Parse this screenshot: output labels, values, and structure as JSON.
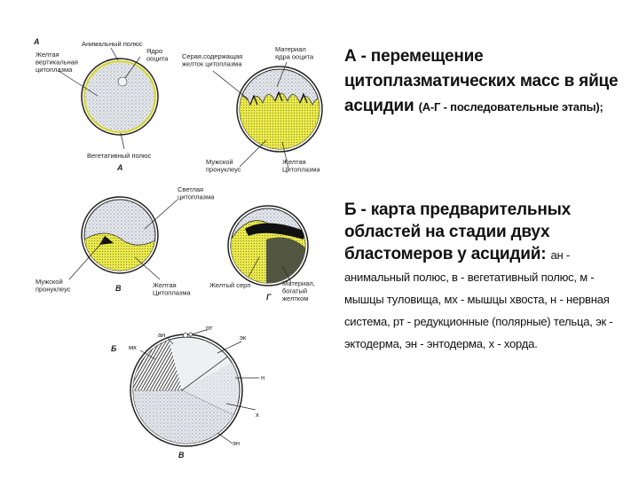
{
  "figure": {
    "labels": {
      "a_top": "А",
      "animal_pole": "Анимальный полюс",
      "yellow_cortex": "Желтая\nвертикальная\nцитоплазма",
      "oocyte_nucleus": "Ядро\nооцита",
      "gray_cyto": "Серая,содержащая\nжелток цитоплазма",
      "nucleus_material": "Материал\nядра ооцита",
      "vegetal_pole": "Вегетативный полюс",
      "a_bottom": "А",
      "male_pronucleus_1": "Мужской\nпронуклеус",
      "yellow_cyto_1": "Желтая\nЦитоплазма",
      "light_cyto": "Светлая\nцитоплазма",
      "male_pronucleus_2": "Мужской\nпронуклеус",
      "b_letter": "В",
      "yellow_cyto_2": "Желтая\nЦитоплазма",
      "yellow_crescent": "Желтый серп",
      "g_letter": "Г",
      "yolk_material": "Материал,\nбогатый\nжелтком",
      "rt": "рт",
      "an": "ан",
      "ek": "эк",
      "b_cyr": "Б",
      "mkh": "мх",
      "n": "н",
      "kh": "х",
      "en": "эн",
      "v_letter": "В"
    }
  },
  "text": {
    "part_a_title": "А - перемещение цитоплазматических масс в яйце асцидии",
    "part_a_note": "(А-Г - последовательные этапы);",
    "part_b_title": "Б - карта предварительных областей на стадии двух бластомеров у асцидий:",
    "part_b_note": "ан - анимальный полюс, в - вегетативный полюс, м - мышцы туловища, мх - мышцы хвоста, н - нервная система, рт - редукционные (полярные) тельца, эк - эктодерма, эн - энтодерма, х - хорда."
  },
  "colors": {
    "yellow": "#e9e84c",
    "stipple": "#9aa0a8",
    "ink": "#222222"
  }
}
